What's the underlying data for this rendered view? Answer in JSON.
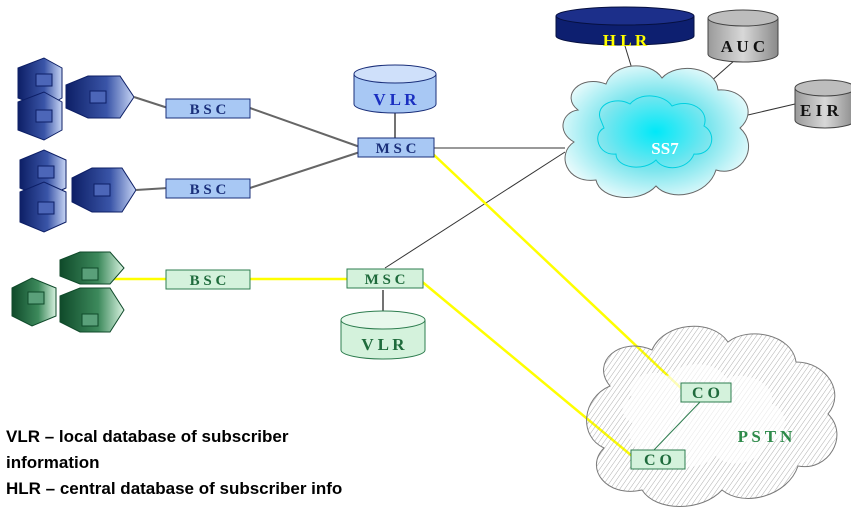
{
  "nodes": {
    "bsc_1": "B S C",
    "bsc_2": "B S C",
    "bsc_3": "B S C",
    "msc_1": "M S C",
    "msc_2": "M S C",
    "vlr_1": "V L R",
    "vlr_2": "V L R",
    "hlr": "H L R",
    "auc": "A U C",
    "eir": "E I R",
    "ss7": "SS7",
    "pstn": "P S T N",
    "co_1": "C O",
    "co_2": "C O"
  },
  "notes": {
    "line1": "VLR – local database of subscriber",
    "line2": "information",
    "line3": "HLR – central database of subscriber info"
  },
  "colors": {
    "blue_network": "#1a2f7a",
    "green_network": "#2e7d4f",
    "yellow_link": "#ffff00",
    "ss7_cloud": "#00c8d8",
    "pstn_cloud": "#8a8a8a"
  }
}
